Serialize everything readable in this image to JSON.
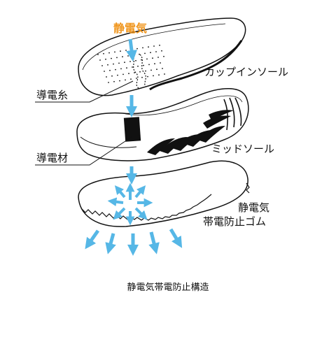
{
  "labels": {
    "static_top": "静電気",
    "cup_insole": "カップインソール",
    "conductive_thread": "導電糸",
    "conductive_material": "導電材",
    "midsole": "ミッドソール",
    "rubber_line1": "静電気",
    "rubber_line2": "帯電防止ゴム"
  },
  "caption": "静電気帯電防止構造",
  "colors": {
    "accent_orange": "#f0961e",
    "arrow_blue": "#56b7e6",
    "line": "#111111"
  }
}
